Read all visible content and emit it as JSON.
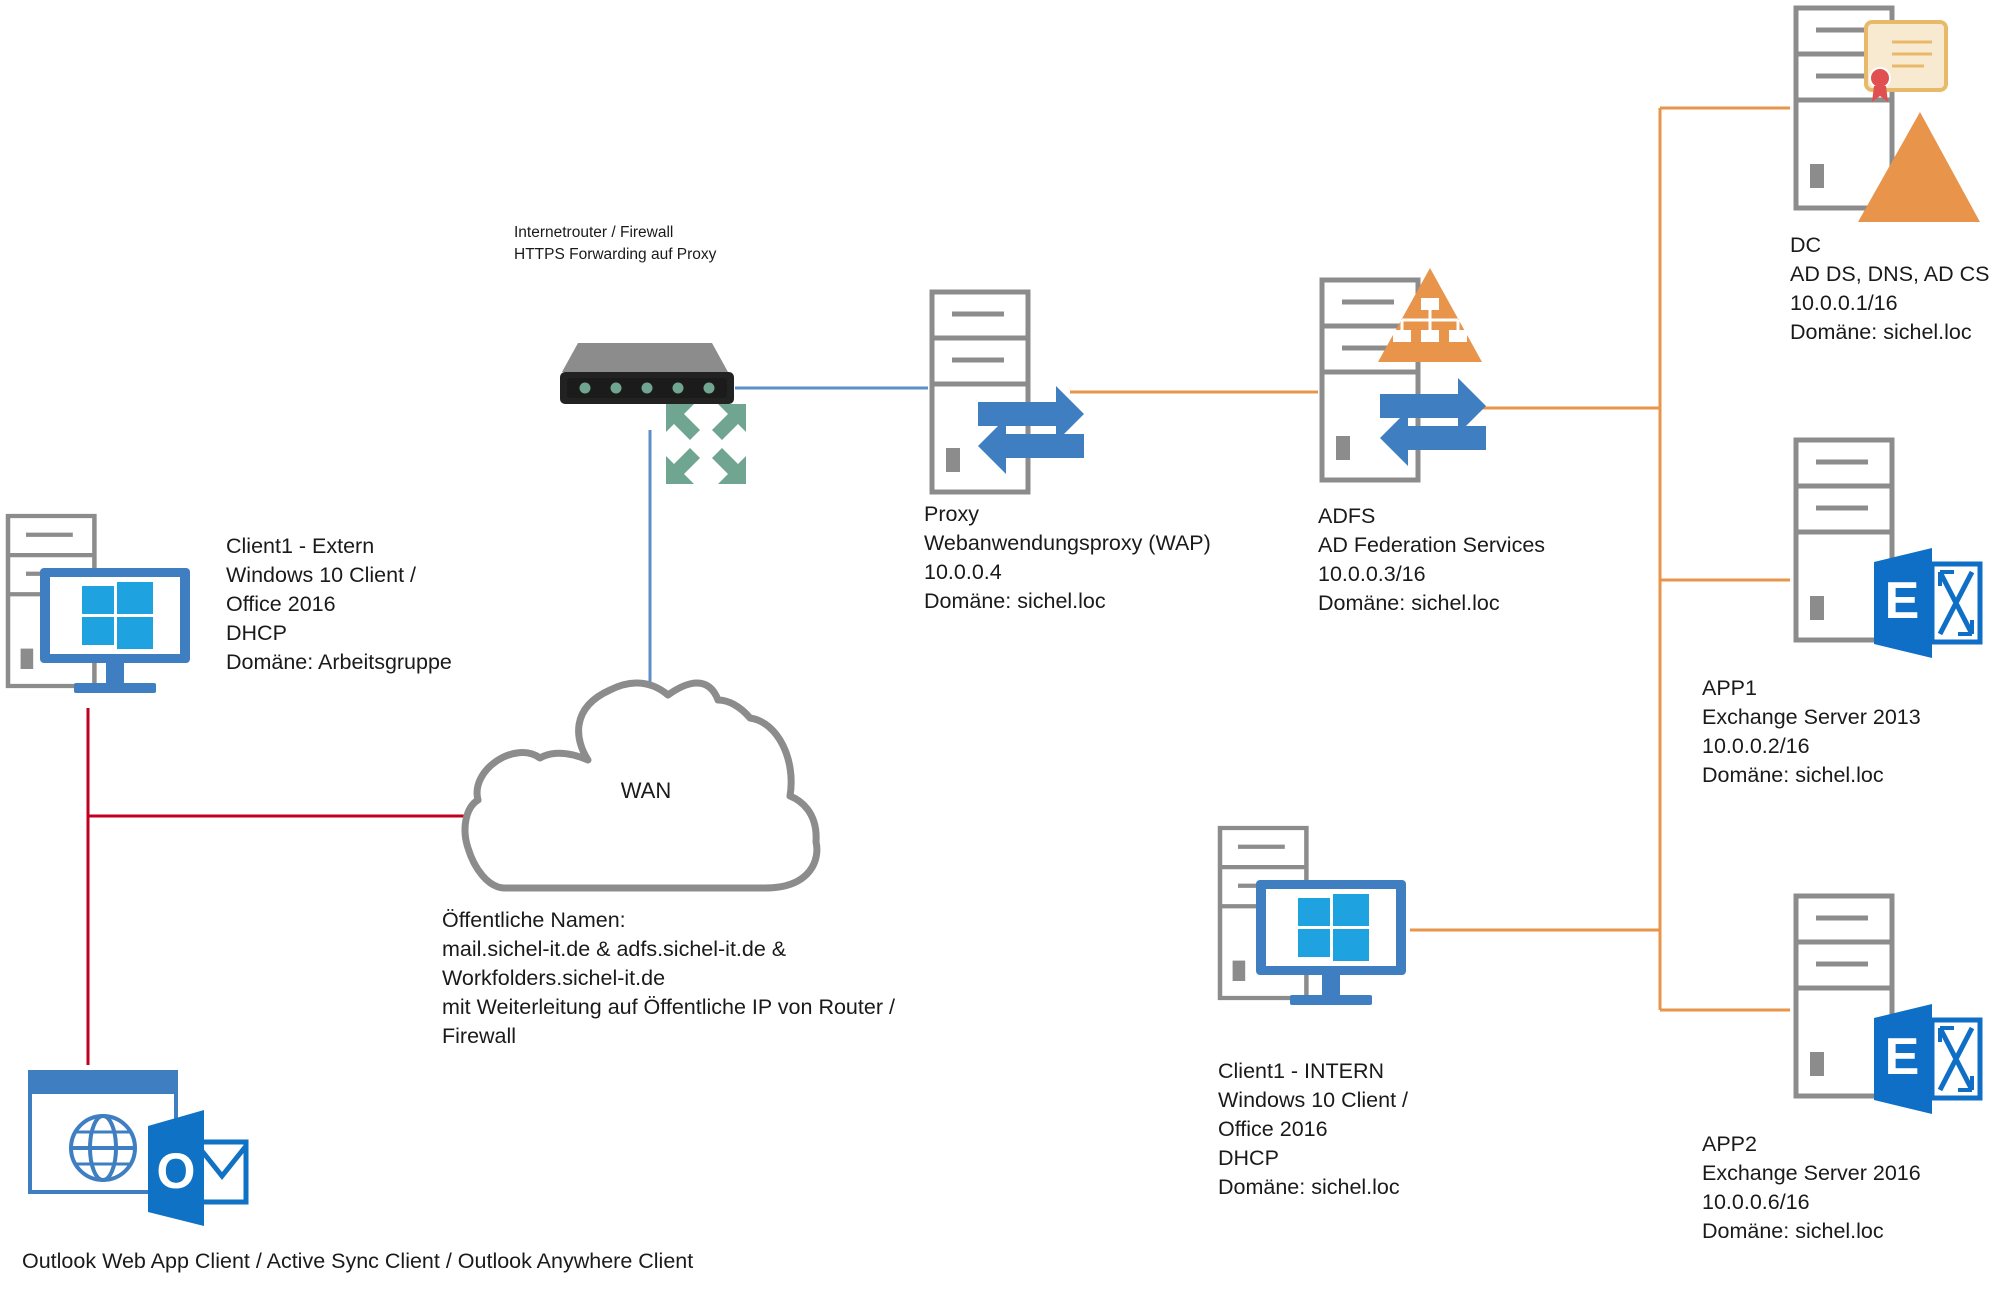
{
  "router": {
    "lines": [
      "Internetrouter / Firewall",
      "HTTPS Forwarding auf Proxy"
    ]
  },
  "client_extern": {
    "lines": [
      "Client1 - Extern",
      "Windows 10 Client /",
      "Office 2016",
      "DHCP",
      "Domäne: Arbeitsgruppe"
    ]
  },
  "proxy": {
    "lines": [
      "Proxy",
      "Webanwendungsproxy (WAP)",
      "10.0.0.4",
      "Domäne: sichel.loc"
    ]
  },
  "adfs": {
    "lines": [
      "ADFS",
      "AD Federation Services",
      "10.0.0.3/16",
      "Domäne: sichel.loc"
    ]
  },
  "dc": {
    "lines": [
      "DC",
      "AD DS, DNS, AD CS",
      "10.0.0.1/16",
      "Domäne: sichel.loc"
    ]
  },
  "app1": {
    "lines": [
      "APP1",
      "Exchange Server 2013",
      "10.0.0.2/16",
      "Domäne: sichel.loc"
    ]
  },
  "app2": {
    "lines": [
      "APP2",
      "Exchange Server 2016",
      "10.0.0.6/16",
      "Domäne: sichel.loc"
    ]
  },
  "wan": {
    "label": "WAN",
    "lines": [
      "Öffentliche Namen:",
      "mail.sichel-it.de & adfs.sichel-it.de &",
      "Workfolders.sichel-it.de",
      "mit Weiterleitung auf Öffentliche IP von Router /",
      "Firewall"
    ]
  },
  "client_intern": {
    "lines": [
      "Client1 - INTERN",
      "Windows 10 Client /",
      "Office 2016",
      "DHCP",
      "Domäne: sichel.loc"
    ]
  },
  "outlook": {
    "label": "Outlook Web App Client / Active Sync Client / Outlook Anywhere Client",
    "icon_letter": "O"
  },
  "exchange": {
    "icon_letter": "E"
  },
  "colors": {
    "server_gray": "#8c8c8c",
    "blue": "#3f7fc1",
    "win_blue": "#1fa2e0",
    "orange": "#e8944a",
    "red": "#c0001d",
    "teal": "#6fa591",
    "link_blue": "#5b8fc9",
    "exchange_blue": "#0f6fc6",
    "outlook_blue": "#0f72c5"
  }
}
